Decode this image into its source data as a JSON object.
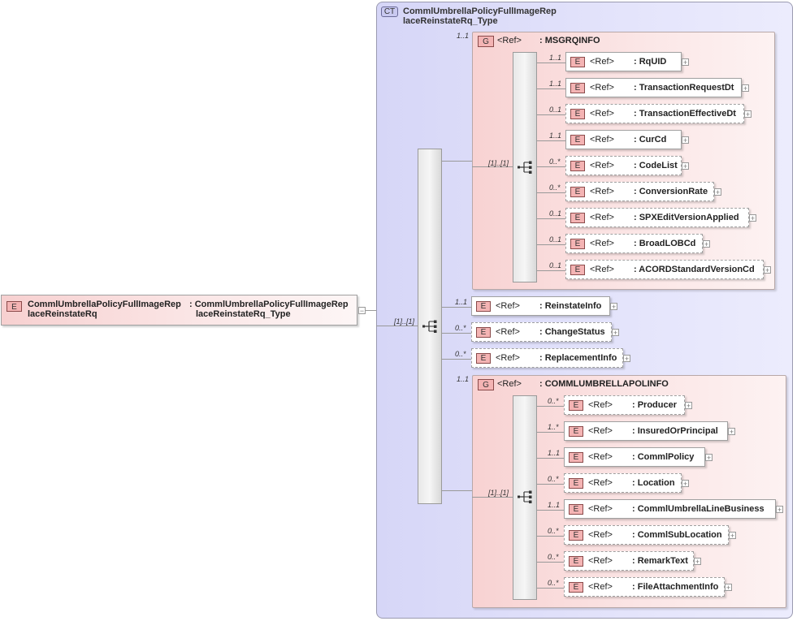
{
  "complex_type": {
    "badge": "CT",
    "title_line1": "CommlUmbrellaPolicyFullImageRep",
    "title_line2": "laceReinstateRq_Type"
  },
  "root": {
    "badge": "E",
    "name_line1": "CommlUmbrellaPolicyFullImageRep",
    "name_line2": "laceReinstateRq",
    "type_line1": ": CommlUmbrellaPolicyFullImageRep",
    "type_line2": "laceReinstateRq_Type",
    "collapse": "−"
  },
  "main_sequence": {
    "cardinality": "[1]..[1]"
  },
  "msgrq_group": {
    "badge": "G",
    "ref": "<Ref>",
    "name": ": MSGRQINFO",
    "cardinality": "1..1",
    "seq_cardinality": "[1]..[1]",
    "elements": [
      {
        "badge": "E",
        "ref": "<Ref>",
        "name": ": RqUID",
        "card": "1..1",
        "plus": "+"
      },
      {
        "badge": "E",
        "ref": "<Ref>",
        "name": ": TransactionRequestDt",
        "card": "1..1",
        "plus": "+"
      },
      {
        "badge": "E",
        "ref": "<Ref>",
        "name": ": TransactionEffectiveDt",
        "card": "0..1",
        "plus": "+"
      },
      {
        "badge": "E",
        "ref": "<Ref>",
        "name": ": CurCd",
        "card": "1..1",
        "plus": "+"
      },
      {
        "badge": "E",
        "ref": "<Ref>",
        "name": ": CodeList",
        "card": "0..*",
        "plus": "+"
      },
      {
        "badge": "E",
        "ref": "<Ref>",
        "name": ": ConversionRate",
        "card": "0..*",
        "plus": "+"
      },
      {
        "badge": "E",
        "ref": "<Ref>",
        "name": ": SPXEditVersionApplied",
        "card": "0..1",
        "plus": "+"
      },
      {
        "badge": "E",
        "ref": "<Ref>",
        "name": ": BroadLOBCd",
        "card": "0..1",
        "plus": "+"
      },
      {
        "badge": "E",
        "ref": "<Ref>",
        "name": ": ACORDStandardVersionCd",
        "card": "0..1",
        "plus": "+"
      }
    ]
  },
  "middle_elements": [
    {
      "badge": "E",
      "ref": "<Ref>",
      "name": ": ReinstateInfo",
      "card": "1..1",
      "plus": "+"
    },
    {
      "badge": "E",
      "ref": "<Ref>",
      "name": ": ChangeStatus",
      "card": "0..*",
      "plus": "+"
    },
    {
      "badge": "E",
      "ref": "<Ref>",
      "name": ": ReplacementInfo",
      "card": "0..*",
      "plus": "+"
    }
  ],
  "umbrella_group": {
    "badge": "G",
    "ref": "<Ref>",
    "name": ": COMMLUMBRELLAPOLINFO",
    "cardinality": "1..1",
    "seq_cardinality": "[1]..[1]",
    "elements": [
      {
        "badge": "E",
        "ref": "<Ref>",
        "name": ": Producer",
        "card": "0..*",
        "plus": "+"
      },
      {
        "badge": "E",
        "ref": "<Ref>",
        "name": ": InsuredOrPrincipal",
        "card": "1..*",
        "plus": "+"
      },
      {
        "badge": "E",
        "ref": "<Ref>",
        "name": ": CommlPolicy",
        "card": "1..1",
        "plus": "+"
      },
      {
        "badge": "E",
        "ref": "<Ref>",
        "name": ": Location",
        "card": "0..*",
        "plus": "+"
      },
      {
        "badge": "E",
        "ref": "<Ref>",
        "name": ": CommlUmbrellaLineBusiness",
        "card": "1..1",
        "plus": "+"
      },
      {
        "badge": "E",
        "ref": "<Ref>",
        "name": ": CommlSubLocation",
        "card": "0..*",
        "plus": "+"
      },
      {
        "badge": "E",
        "ref": "<Ref>",
        "name": ": RemarkText",
        "card": "0..*",
        "plus": "+"
      },
      {
        "badge": "E",
        "ref": "<Ref>",
        "name": ": FileAttachmentInfo",
        "card": "0..*",
        "plus": "+"
      }
    ]
  }
}
